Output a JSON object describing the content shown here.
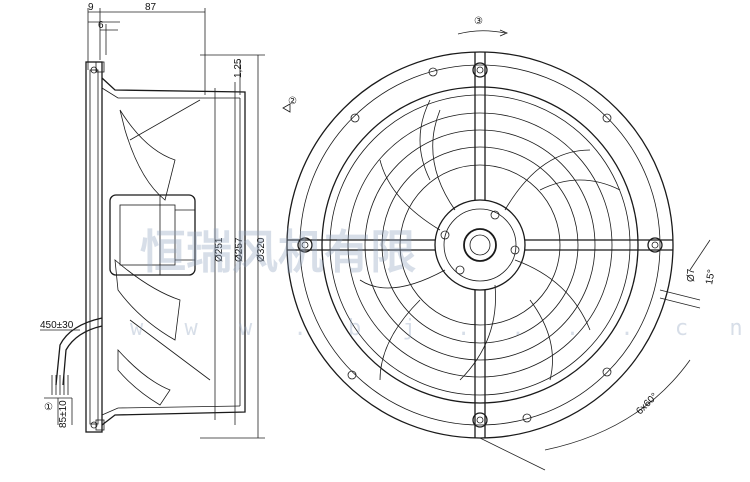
{
  "side_view": {
    "dim_top_9": "9",
    "dim_top_87": "87",
    "dim_6": "6",
    "dim_1_25": "1,25",
    "dia_251": "Ø251",
    "dia_257": "Ø257",
    "dia_320": "Ø320",
    "cable_length": "450±30",
    "cable_marker": "①",
    "cable_end": "85±10"
  },
  "front_view": {
    "marker_3": "③",
    "marker_2": "②",
    "hole_dia": "Ø7",
    "angle_15": "15°",
    "angle_6x60": "6x60°"
  },
  "watermark": {
    "text": "恒瑞风机有限",
    "url": "w w w . b j . . . . c n"
  }
}
